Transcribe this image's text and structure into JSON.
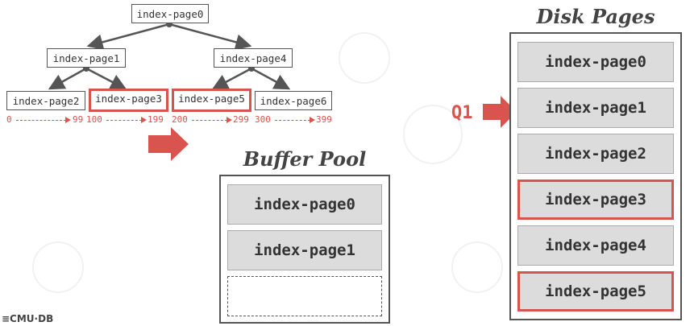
{
  "tree": {
    "root": "index-page0",
    "level1": [
      "index-page1",
      "index-page4"
    ],
    "leaves": [
      "index-page2",
      "index-page3",
      "index-page5",
      "index-page6"
    ],
    "ranges": [
      {
        "lo": "0",
        "hi": "99"
      },
      {
        "lo": "100",
        "hi": "199"
      },
      {
        "lo": "200",
        "hi": "299"
      },
      {
        "lo": "300",
        "hi": "399"
      }
    ]
  },
  "buffer_pool": {
    "title": "Buffer Pool",
    "slots": [
      "index-page0",
      "index-page1",
      ""
    ]
  },
  "disk_pages": {
    "title": "Disk Pages",
    "pages": [
      "index-page0",
      "index-page1",
      "index-page2",
      "index-page3",
      "index-page4",
      "index-page5"
    ]
  },
  "query_label": "Q1",
  "logo": "≡CMU·DB",
  "colors": {
    "highlight": "#d9534f",
    "page_fill": "#dcdcdc",
    "border": "#555555"
  }
}
